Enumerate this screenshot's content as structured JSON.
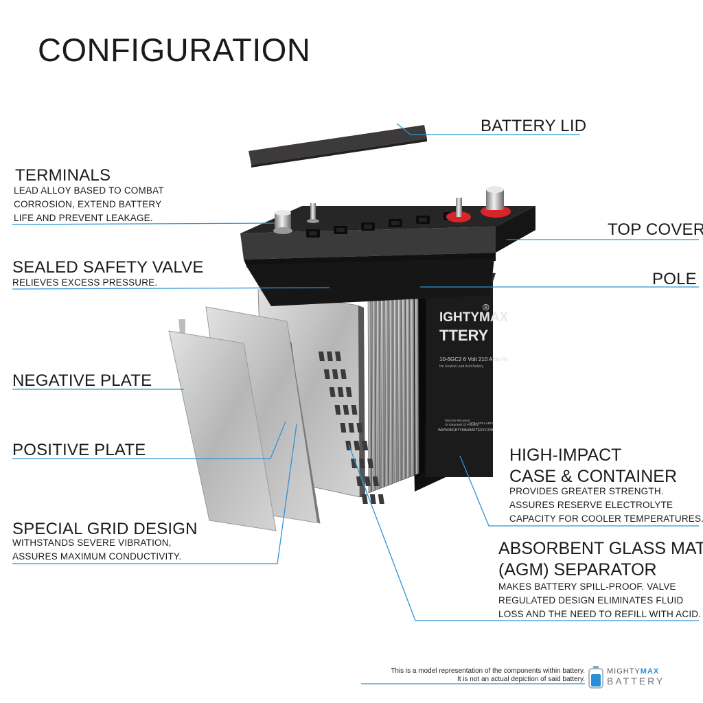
{
  "title": "CONFIGURATION",
  "labels": {
    "battery_lid": "BATTERY LID",
    "terminals": "TERMINALS",
    "terminals_desc": [
      "LEAD ALLOY BASED TO COMBAT",
      "CORROSION,  EXTEND BATTERY",
      "LIFE AND PREVENT LEAKAGE."
    ],
    "top_cover": "TOP COVER",
    "sealed_valve": "SEALED SAFETY VALVE",
    "sealed_valve_desc": "RELIEVES EXCESS PRESSURE.",
    "pole": "POLE",
    "negative_plate": "NEGATIVE PLATE",
    "positive_plate": "POSITIVE PLATE",
    "high_impact": [
      "HIGH-IMPACT",
      "CASE & CONTAINER"
    ],
    "high_impact_desc": [
      "PROVIDES GREATER STRENGTH.",
      "ASSURES RESERVE ELECTROLYTE",
      "CAPACITY FOR COOLER TEMPERATURES."
    ],
    "grid_design": "SPECIAL GRID DESIGN",
    "grid_design_desc": [
      "WITHSTANDS SEVERE VIBRATION,",
      "ASSURES MAXIMUM CONDUCTIVITY."
    ],
    "agm": [
      "ABSORBENT GLASS MAT",
      "(AGM) SEPARATOR"
    ],
    "agm_desc": [
      "MAKES BATTERY SPILL-PROOF. VALVE",
      "REGULATED DESIGN ELIMINATES FLUID",
      "LOSS AND THE NEED TO REFILL WITH ACID."
    ]
  },
  "battery_print": {
    "brand_line1": "IGHTYMAX",
    "reg": "®",
    "brand_line2": "TTERY",
    "model": "10-6GC2  6 Volt 210 Amp Hr.",
    "type": "ble Sealed Lead Acid Battery",
    "recycle": [
      "Must Be Recycled",
      "Or Disposed Of Properly"
    ],
    "nonspill": "NON-SPILLABLE",
    "website": "WWW.MIGHTYMAXBATTERY.COM"
  },
  "footer": {
    "disclaimer": [
      "This is a model representation of the components within battery.",
      "It is not an actual depiction of said battery."
    ],
    "logo_top_a": "MIGHTY",
    "logo_top_b": "MAX",
    "logo_bottom": "BATTERY"
  },
  "colors": {
    "leader": "#2f93d3",
    "case": "#1d1d1d",
    "plate": "#b9b9b9",
    "positive_terminal": "#d8232a"
  }
}
